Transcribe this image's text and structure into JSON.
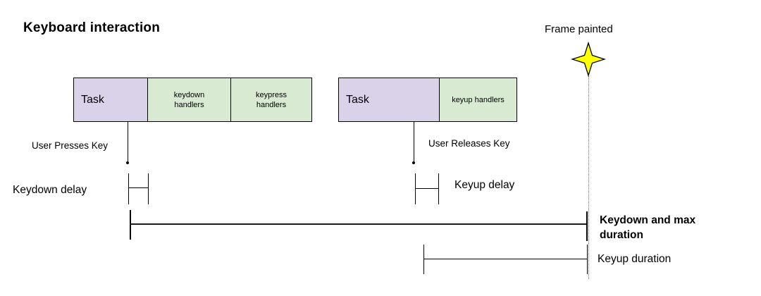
{
  "title": "Keyboard interaction",
  "frame_marker": {
    "label": "Frame painted",
    "icon": "four-point-star",
    "star_fill": "#ffff00",
    "star_stroke": "#000000"
  },
  "task_group_1": {
    "task": "Task",
    "handler_1": "keydown handlers",
    "handler_2": "keypress handlers"
  },
  "task_group_2": {
    "task": "Task",
    "handler_1": "keyup handlers"
  },
  "events": {
    "press": "User Presses Key",
    "release": "User Releases Key"
  },
  "intervals": {
    "keydown_delay": "Keydown delay",
    "keyup_delay": "Keyup delay",
    "keydown_max": "Keydown and max duration",
    "keyup_duration": "Keyup duration"
  },
  "colors": {
    "task_fill": "#d9d2e9",
    "handlers_fill": "#d9ead3",
    "star_fill": "#ffff00",
    "line": "#000000",
    "background": "#ffffff"
  }
}
